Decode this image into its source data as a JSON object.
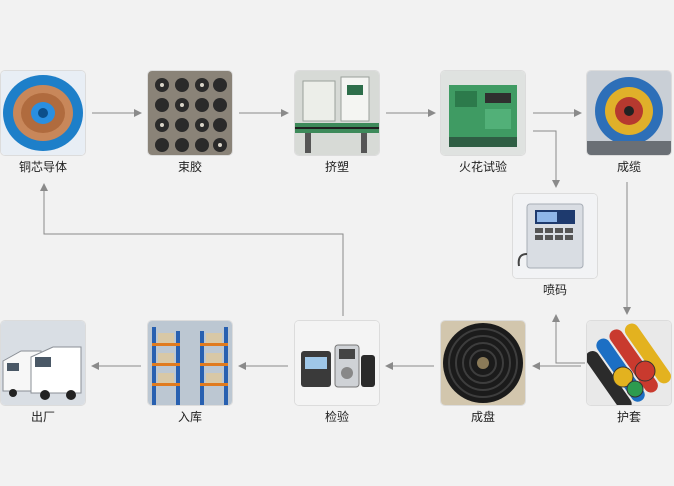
{
  "diagram": {
    "steps": {
      "copper": {
        "label": "铜芯导体",
        "icon": "copper-wire-spool-icon"
      },
      "bundling": {
        "label": "束胶",
        "icon": "bundling-machine-icon"
      },
      "extrusion": {
        "label": "挤塑",
        "icon": "extrusion-line-icon"
      },
      "spark": {
        "label": "火花试验",
        "icon": "spark-tester-icon"
      },
      "cabling": {
        "label": "成缆",
        "icon": "cabling-machine-icon"
      },
      "printing": {
        "label": "喷码",
        "icon": "inkjet-printer-icon"
      },
      "sheath": {
        "label": "护套",
        "icon": "sheathed-cable-icon"
      },
      "coil": {
        "label": "成盘",
        "icon": "cable-coil-icon"
      },
      "inspection": {
        "label": "检验",
        "icon": "test-instrument-icon"
      },
      "warehouse": {
        "label": "入库",
        "icon": "warehouse-rack-icon"
      },
      "delivery": {
        "label": "出厂",
        "icon": "delivery-van-icon"
      }
    },
    "colors": {
      "arrow": "#8a8a8a",
      "background": "#f2f2f2"
    }
  }
}
